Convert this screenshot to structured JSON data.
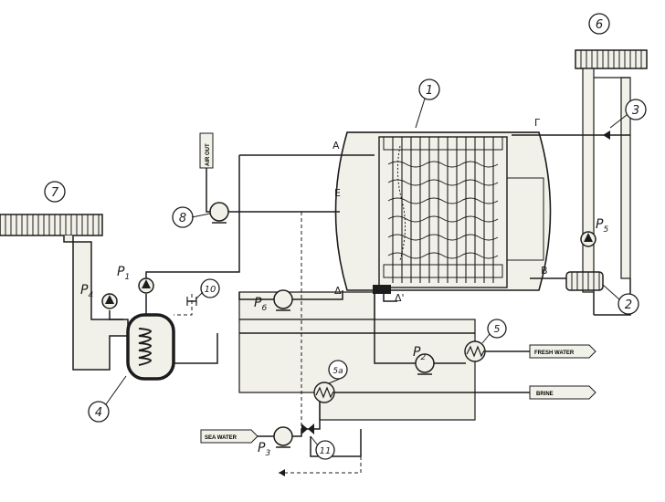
{
  "callouts": {
    "c1": "1",
    "c2": "2",
    "c3": "3",
    "c4": "4",
    "c5": "5",
    "c5a": "5a",
    "c6": "6",
    "c7": "7",
    "c8": "8",
    "c10": "10",
    "c11": "11"
  },
  "pumps": {
    "p1": "P",
    "p1_sub": "1",
    "p2": "P",
    "p2_sub": "2",
    "p3": "P",
    "p3_sub": "3",
    "p4": "P",
    "p4_sub": "4",
    "p5": "P",
    "p5_sub": "5",
    "p6": "P",
    "p6_sub": "6"
  },
  "points": {
    "a": "A",
    "b": "B",
    "e": "E",
    "gamma": "Γ",
    "delta": "Δ",
    "delta_prime": "Δ'"
  },
  "streams": {
    "air_out": "AIR OUT",
    "fresh_water": "FRESH WATER",
    "brine": "BRINE",
    "sea_water": "SEA WATER"
  },
  "colors": {
    "fill": "#f2f1e9",
    "line": "#1c1c1c"
  }
}
